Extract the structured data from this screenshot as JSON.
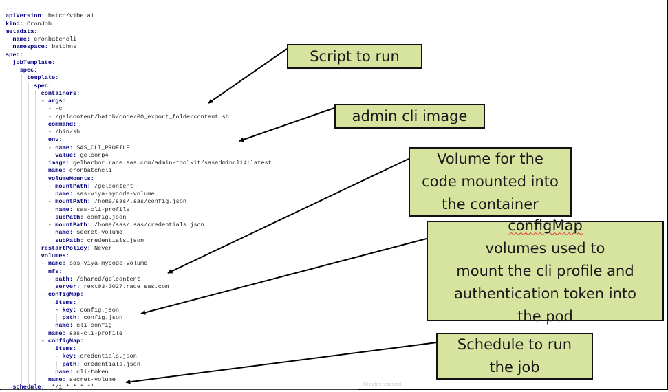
{
  "code": {
    "lines": [
      {
        "indent": 0,
        "dash": false,
        "key": "---",
        "sep": "",
        "value": ""
      },
      {
        "indent": 0,
        "dash": false,
        "key": "apiVersion",
        "sep": ":",
        "value": " batch/v1beta1"
      },
      {
        "indent": 0,
        "dash": false,
        "key": "kind",
        "sep": ":",
        "value": " CronJob"
      },
      {
        "indent": 0,
        "dash": false,
        "key": "metadata",
        "sep": ":",
        "value": ""
      },
      {
        "indent": 1,
        "dash": false,
        "key": "name",
        "sep": ":",
        "value": " cronbatchcli"
      },
      {
        "indent": 1,
        "dash": false,
        "key": "namespace",
        "sep": ":",
        "value": " batchns"
      },
      {
        "indent": 0,
        "dash": false,
        "key": "spec",
        "sep": ":",
        "value": ""
      },
      {
        "indent": 1,
        "dash": false,
        "key": "jobTemplate",
        "sep": ":",
        "value": ""
      },
      {
        "indent": 2,
        "dash": false,
        "key": "spec",
        "sep": ":",
        "value": ""
      },
      {
        "indent": 3,
        "dash": false,
        "key": "template",
        "sep": ":",
        "value": ""
      },
      {
        "indent": 4,
        "dash": false,
        "key": "spec",
        "sep": ":",
        "value": ""
      },
      {
        "indent": 5,
        "dash": false,
        "key": "containers",
        "sep": ":",
        "value": ""
      },
      {
        "indent": 5,
        "dash": true,
        "key": "args",
        "sep": ":",
        "value": ""
      },
      {
        "indent": 6,
        "dash": true,
        "key": "",
        "sep": "",
        "value": "-c"
      },
      {
        "indent": 6,
        "dash": true,
        "key": "",
        "sep": "",
        "value": "/gelcontent/batch/code/00_export_foldercontent.sh"
      },
      {
        "indent": 6,
        "dash": false,
        "key": "command",
        "sep": ":",
        "value": ""
      },
      {
        "indent": 6,
        "dash": true,
        "key": "",
        "sep": "",
        "value": "/bin/sh"
      },
      {
        "indent": 6,
        "dash": false,
        "key": "env",
        "sep": ":",
        "value": ""
      },
      {
        "indent": 6,
        "dash": true,
        "key": "name",
        "sep": ":",
        "value": " SAS_CLI_PROFILE"
      },
      {
        "indent": 7,
        "dash": false,
        "key": "value",
        "sep": ":",
        "value": " gelcorp4"
      },
      {
        "indent": 6,
        "dash": false,
        "key": "image",
        "sep": ":",
        "value": " gelharbor.race.sas.com/admin-toolkit/sasadmincli4:latest"
      },
      {
        "indent": 6,
        "dash": false,
        "key": "name",
        "sep": ":",
        "value": " cronbatchcli"
      },
      {
        "indent": 6,
        "dash": false,
        "key": "volumeMounts",
        "sep": ":",
        "value": ""
      },
      {
        "indent": 6,
        "dash": true,
        "key": "mountPath",
        "sep": ":",
        "value": " /gelcontent"
      },
      {
        "indent": 7,
        "dash": false,
        "key": "name",
        "sep": ":",
        "value": " sas-viya-mycode-volume"
      },
      {
        "indent": 6,
        "dash": true,
        "key": "mountPath",
        "sep": ":",
        "value": " /home/sas/.sas/config.json"
      },
      {
        "indent": 7,
        "dash": false,
        "key": "name",
        "sep": ":",
        "value": " sas-cli-profile"
      },
      {
        "indent": 7,
        "dash": false,
        "key": "subPath",
        "sep": ":",
        "value": " config.json"
      },
      {
        "indent": 6,
        "dash": true,
        "key": "mountPath",
        "sep": ":",
        "value": " /home/sas/.sas/credentials.json"
      },
      {
        "indent": 7,
        "dash": false,
        "key": "name",
        "sep": ":",
        "value": " secret-volume"
      },
      {
        "indent": 7,
        "dash": false,
        "key": "subPath",
        "sep": ":",
        "value": " credentials.json"
      },
      {
        "indent": 5,
        "dash": false,
        "key": "restartPolicy",
        "sep": ":",
        "value": " Never"
      },
      {
        "indent": 5,
        "dash": false,
        "key": "volumes",
        "sep": ":",
        "value": ""
      },
      {
        "indent": 5,
        "dash": true,
        "key": "name",
        "sep": ":",
        "value": " sas-viya-mycode-volume"
      },
      {
        "indent": 6,
        "dash": false,
        "key": "nfs",
        "sep": ":",
        "value": ""
      },
      {
        "indent": 7,
        "dash": false,
        "key": "path",
        "sep": ":",
        "value": " /shared/gelcontent"
      },
      {
        "indent": 7,
        "dash": false,
        "key": "server",
        "sep": ":",
        "value": " rext03-0027.race.sas.com"
      },
      {
        "indent": 5,
        "dash": true,
        "key": "configMap",
        "sep": ":",
        "value": ""
      },
      {
        "indent": 7,
        "dash": false,
        "key": "items",
        "sep": ":",
        "value": ""
      },
      {
        "indent": 7,
        "dash": true,
        "key": "key",
        "sep": ":",
        "value": " config.json"
      },
      {
        "indent": 8,
        "dash": false,
        "key": "path",
        "sep": ":",
        "value": " config.json"
      },
      {
        "indent": 7,
        "dash": false,
        "key": "name",
        "sep": ":",
        "value": " cli-config"
      },
      {
        "indent": 6,
        "dash": false,
        "key": "name",
        "sep": ":",
        "value": " sas-cli-profile"
      },
      {
        "indent": 5,
        "dash": true,
        "key": "configMap",
        "sep": ":",
        "value": ""
      },
      {
        "indent": 7,
        "dash": false,
        "key": "items",
        "sep": ":",
        "value": ""
      },
      {
        "indent": 7,
        "dash": true,
        "key": "key",
        "sep": ":",
        "value": " credentials.json"
      },
      {
        "indent": 8,
        "dash": false,
        "key": "path",
        "sep": ":",
        "value": " credentials.json"
      },
      {
        "indent": 7,
        "dash": false,
        "key": "name",
        "sep": ":",
        "value": " cli-token"
      },
      {
        "indent": 6,
        "dash": false,
        "key": "name",
        "sep": ":",
        "value": " secret-volume"
      },
      {
        "indent": 1,
        "dash": false,
        "key": "schedule",
        "sep": ":",
        "value": " '*/1 * * * *'"
      }
    ]
  },
  "callouts": {
    "script": {
      "lines": [
        "Script to run"
      ]
    },
    "image": {
      "lines": [
        "admin cli image"
      ]
    },
    "volume": {
      "lines": [
        "Volume for the",
        "code mounted into",
        "the container"
      ]
    },
    "configmap": {
      "first_word": "configMap",
      "first_rest": " volumes used to",
      "lines": [
        "mount the cli profile and",
        "authentication token into",
        "the pod"
      ]
    },
    "schedule": {
      "lines": [
        "Schedule to run",
        "the job"
      ]
    }
  },
  "footer": {
    "note": "All rights reserved."
  },
  "colors": {
    "callout_fill": "#d7e4a0",
    "key_color": "#000080",
    "border": "#111111"
  }
}
